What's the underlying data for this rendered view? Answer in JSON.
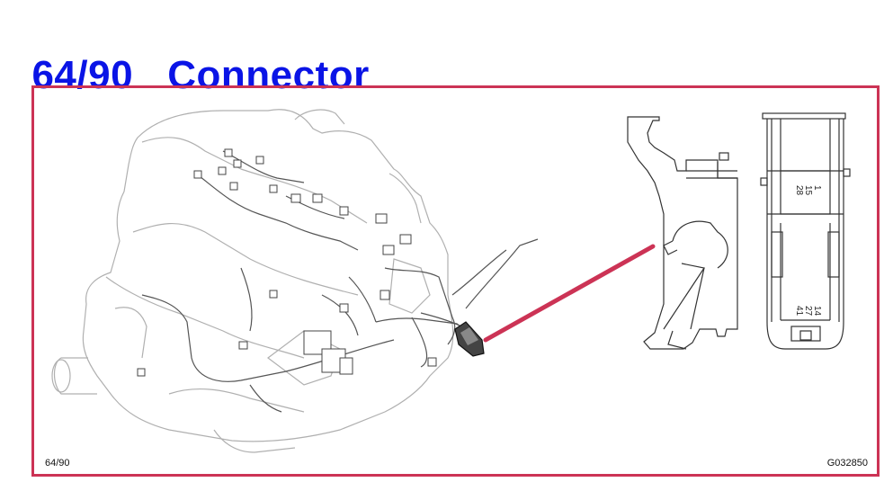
{
  "title": {
    "code": "64/90",
    "label": "Connector",
    "color": "#0a14e6"
  },
  "frame": {
    "border_color": "#cc3355"
  },
  "diagram": {
    "caption_left": "64/90",
    "caption_right": "G032850",
    "pin_labels": {
      "top_right_1": "1",
      "top_right_2": "15",
      "top_right_3": "28",
      "bottom_right_1": "14",
      "bottom_right_2": "27",
      "bottom_right_3": "41"
    }
  }
}
